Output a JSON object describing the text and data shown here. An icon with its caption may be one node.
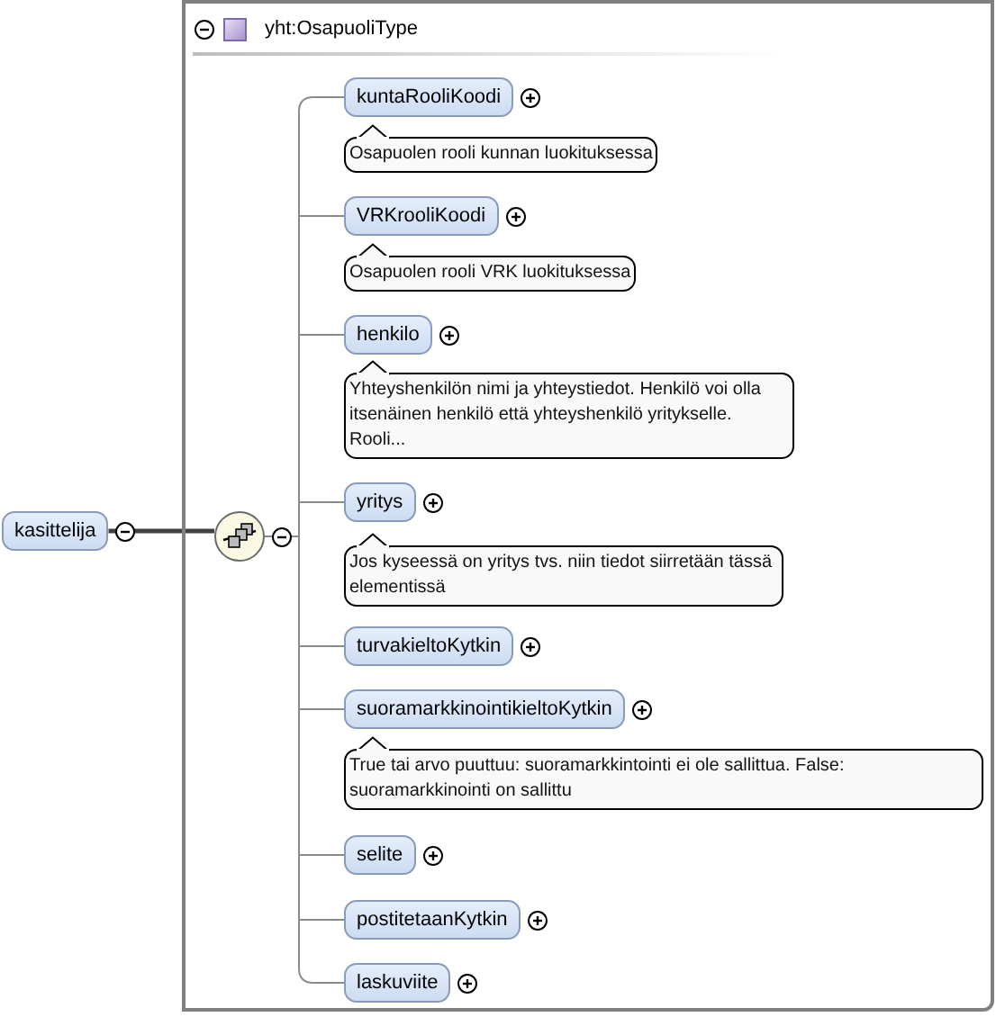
{
  "diagram": {
    "nodes": [
      {
        "text": [
          "kasittelija"
        ]
      },
      {
        "text": [
          "yht:OsapuoliType"
        ]
      },
      {
        "text": [],
        "shape": "circle",
        "in": 1
      },
      {
        "text": [
          "kuntaRooliKoodi"
        ],
        "in": 1
      },
      {
        "text": [
          "Osapuolen rooli kunnan luokituksessa"
        ],
        "in": 1
      },
      {
        "text": [
          "VRKrooliKoodi"
        ],
        "in": 1
      },
      {
        "text": [
          "Osapuolen rooli VRK luokituksessa"
        ],
        "in": 1
      },
      {
        "text": [
          "henkilo"
        ],
        "in": 1
      },
      {
        "text": [
          "Yhteyshenkilön nimi ja yhteystiedot. Henkilö voi olla itsenäinen henkilö että yhteyshenkilö yritykselle. Rooli..."
        ],
        "in": 1
      },
      {
        "text": [
          "yritys"
        ],
        "in": 1
      },
      {
        "text": [
          "Jos kyseessä on yritys tvs. niin tiedot siirretään tässä elementissä"
        ],
        "in": 1
      },
      {
        "text": [
          "turvakieltoKytkin"
        ],
        "in": 1
      },
      {
        "text": [
          "suoramarkkinointikieltoKytkin"
        ],
        "in": 1
      },
      {
        "text": [
          "True tai arvo puuttuu: suoramarkkintointi ei ole sallittua. False: suoramarkkinointi on sallittu"
        ],
        "in": 1
      },
      {
        "text": [
          "selite"
        ],
        "in": 1
      },
      {
        "text": [
          "postitetaanKytkin"
        ],
        "in": 1
      },
      {
        "text": [
          "laskuviite"
        ],
        "in": 1
      }
    ],
    "edges": [
      {
        "from": 0,
        "to": 2,
        "arrow": "none",
        "style": "thick",
        "color": "#404040"
      },
      {
        "from": 2,
        "to": 3,
        "arrow": "none"
      },
      {
        "from": 2,
        "to": 5,
        "arrow": "none"
      },
      {
        "from": 2,
        "to": 7,
        "arrow": "none"
      },
      {
        "from": 2,
        "to": 9,
        "arrow": "none"
      },
      {
        "from": 2,
        "to": 11,
        "arrow": "none"
      },
      {
        "from": 2,
        "to": 12,
        "arrow": "none"
      },
      {
        "from": 2,
        "to": 14,
        "arrow": "none"
      },
      {
        "from": 2,
        "to": 15,
        "arrow": "none"
      },
      {
        "from": 2,
        "to": 16,
        "arrow": "none"
      }
    ]
  }
}
